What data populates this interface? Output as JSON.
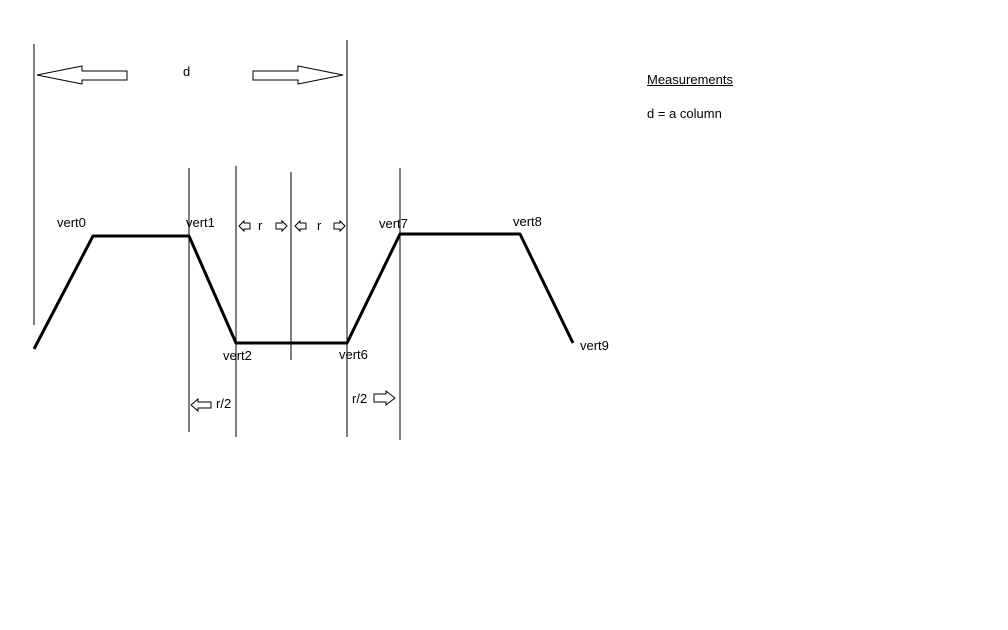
{
  "dimension_label": "d",
  "spacing_label_r": "r",
  "half_spacing_label": "r/2",
  "vertex_labels": [
    "vert0",
    "vert1",
    "vert2",
    "vert6",
    "vert7",
    "vert8",
    "vert9"
  ],
  "legend": {
    "title": "Measurements",
    "entry": "d = a column"
  }
}
